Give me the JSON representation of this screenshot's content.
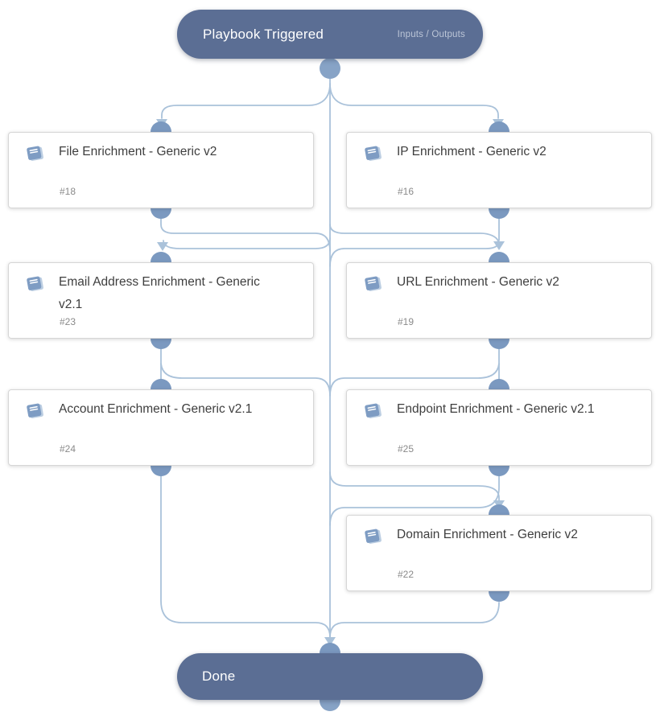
{
  "trigger": {
    "label": "Playbook Triggered",
    "secondary_label": "Inputs / Outputs"
  },
  "done": {
    "label": "Done"
  },
  "tasks": [
    {
      "title": "File Enrichment - Generic v2",
      "id": "#18",
      "icon": "playbook-book-icon"
    },
    {
      "title": "IP Enrichment - Generic v2",
      "id": "#16",
      "icon": "playbook-book-icon"
    },
    {
      "title": "Email Address Enrichment - Generic v2.1",
      "id": "#23",
      "icon": "playbook-book-icon"
    },
    {
      "title": "URL Enrichment - Generic v2",
      "id": "#19",
      "icon": "playbook-book-icon"
    },
    {
      "title": "Account Enrichment - Generic v2.1",
      "id": "#24",
      "icon": "playbook-book-icon"
    },
    {
      "title": "Endpoint Enrichment - Generic v2.1",
      "id": "#25",
      "icon": "playbook-book-icon"
    },
    {
      "title": "Domain Enrichment - Generic v2",
      "id": "#22",
      "icon": "playbook-book-icon"
    }
  ],
  "colors": {
    "node_bg": "#5b6e94",
    "connector_dot": "#7b99c0",
    "wire": "#aac2da",
    "card_border": "#d6d6d6",
    "title_text": "#3e3e3e",
    "task_id_text": "#8a8a8a",
    "secondary_text": "#bcc6d7"
  }
}
